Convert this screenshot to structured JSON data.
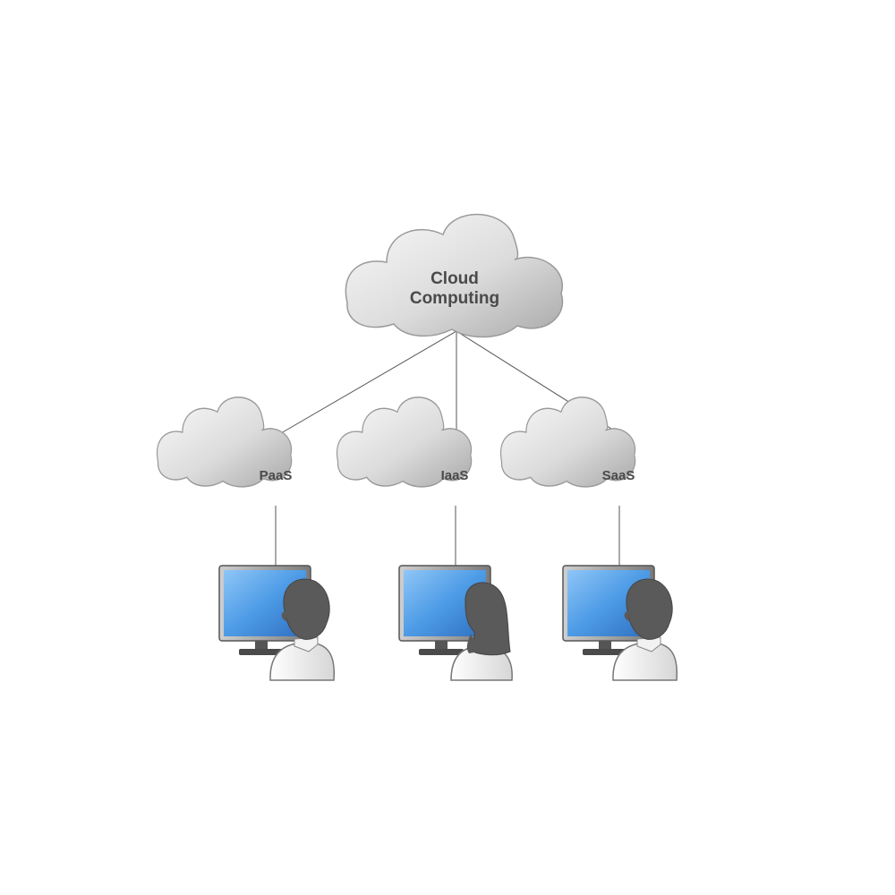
{
  "diagram": {
    "root": {
      "line1": "Cloud",
      "line2": "Computing"
    },
    "children": [
      {
        "label": "PaaS",
        "user": "male"
      },
      {
        "label": "IaaS",
        "user": "female"
      },
      {
        "label": "SaaS",
        "user": "male"
      }
    ]
  },
  "colors": {
    "cloud_light": "#f4f4f4",
    "cloud_dark": "#b0b0b0",
    "screen": "#4f9be6",
    "hair": "#555555",
    "connector": "#555555"
  },
  "icons": [
    "cloud-icon",
    "monitor-icon",
    "user-icon"
  ]
}
